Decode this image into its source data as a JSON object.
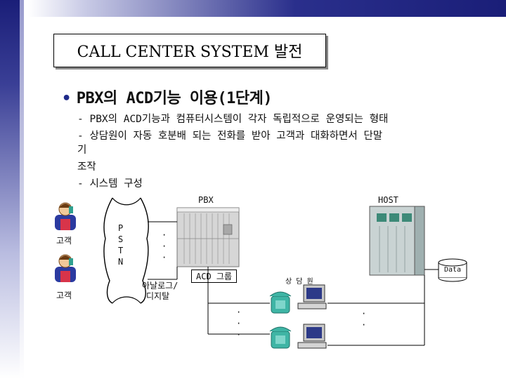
{
  "slide": {
    "title": "CALL CENTER SYSTEM 발전",
    "bullet": "PBX의 ACD기능 이용(1단계)",
    "lines": [
      "- PBX의 ACD기능과 컴퓨터시스템이 각자 독립적으로 운영되는 형태",
      "- 상담원이 자동 호분배 되는 전화를 받아 고객과 대화하면서 단말",
      "기",
      "  조작",
      "- 시스템 구성"
    ]
  },
  "diagram": {
    "pbx_label": "PBX",
    "host_label": "HOST",
    "pstn_letters": [
      "P",
      "S",
      "T",
      "N"
    ],
    "customer_label_1": "고객",
    "customer_label_2": "고객",
    "acd_group_label": "ACD 그룹",
    "agent_label": "상 담 원",
    "analog_digital_label_1": "아날로그/",
    "analog_digital_label_2": "디지탈",
    "data_label": "Data",
    "dots": "·"
  },
  "colors": {
    "accent": "#1f2a8a",
    "phone": "#3fb5a5",
    "cabinet": "#d6d6d6",
    "host_body": "#c9d3d3"
  },
  "icons": [
    "customer-person-icon",
    "pbx-cabinet-icon",
    "host-server-icon",
    "database-cylinder-icon",
    "telephone-icon",
    "computer-terminal-icon"
  ]
}
